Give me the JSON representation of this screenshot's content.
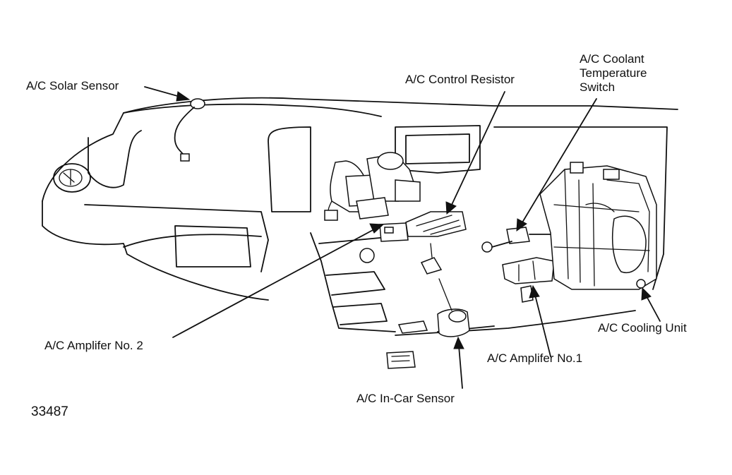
{
  "labels": {
    "solar_sensor": "A/C Solar Sensor",
    "control_resistor": "A/C Control Resistor",
    "coolant_switch": [
      "A/C Coolant",
      "Temperature",
      "Switch"
    ],
    "amplifier_no2": "A/C Amplifer No. 2",
    "cooling_unit": "A/C Cooling Unit",
    "amplifier_no1": "A/C Amplifer No.1",
    "in_car_sensor": "A/C In-Car Sensor"
  },
  "figure_number": "33487",
  "colors": {
    "ink": "#111111",
    "paper": "#ffffff"
  }
}
